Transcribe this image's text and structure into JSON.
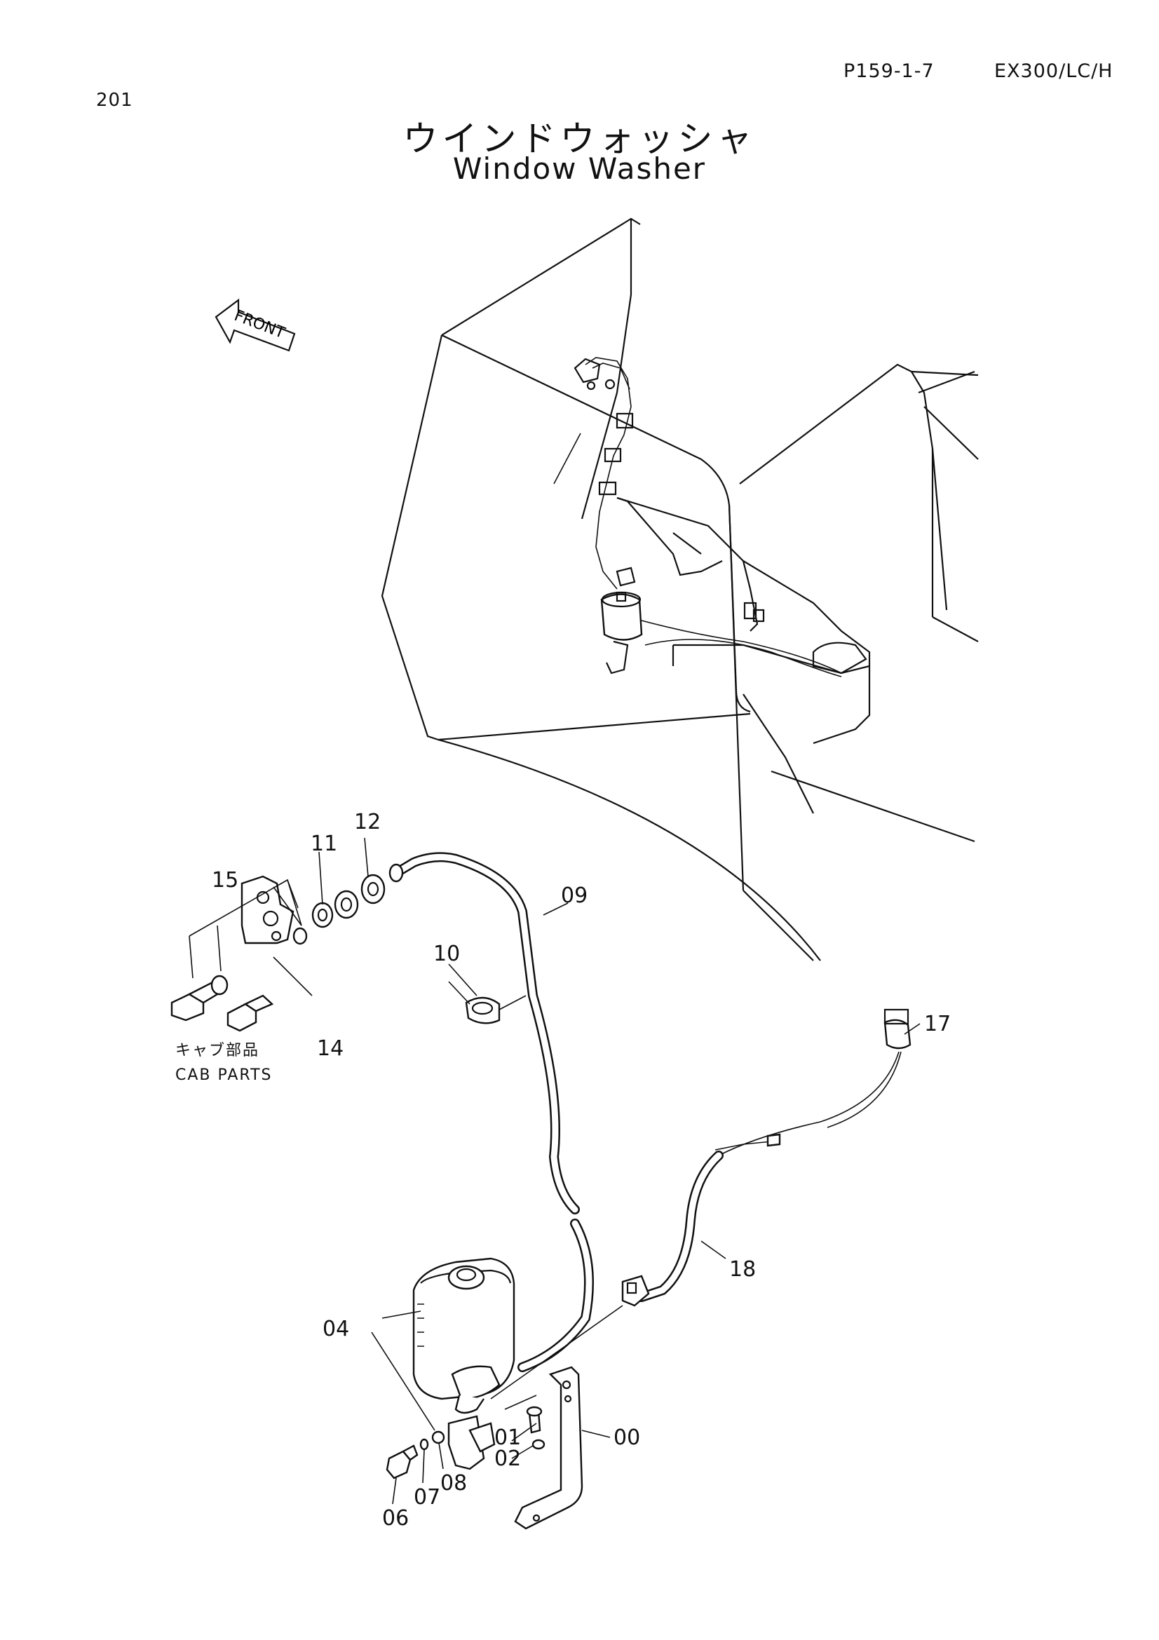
{
  "header": {
    "page_number": "201",
    "page_code": "P159-1-7",
    "model": "EX300/LC/H"
  },
  "title": {
    "japanese": "ウインドウォッシャ",
    "english": "Window Washer"
  },
  "arrow_label": "FRONT",
  "cab_note": {
    "japanese": "キャブ部品",
    "english": "CAB PARTS"
  },
  "parts": {
    "p00": "00",
    "p01": "01",
    "p02": "02",
    "p04": "04",
    "p06": "06",
    "p07": "07",
    "p08": "08",
    "p09": "09",
    "p10": "10",
    "p11": "11",
    "p12": "12",
    "p14": "14",
    "p15": "15",
    "p17": "17",
    "p18": "18"
  }
}
